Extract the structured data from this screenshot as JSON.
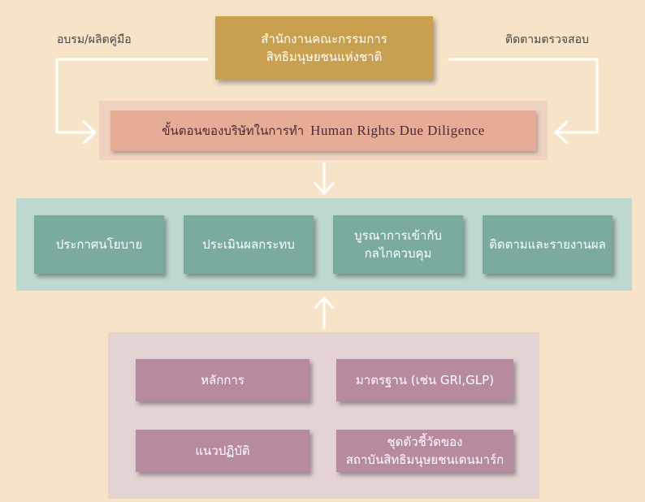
{
  "top_box": {
    "line1": "สำนักงานคณะกรรมการ",
    "line2": "สิทธิมนุษยชนแห่งชาติ",
    "color": "#c8a04f"
  },
  "left_label": "อบรม/ผลิตคู่มือ",
  "right_label": "ติดตามตรวจสอบ",
  "process_box": {
    "prefix": "ขั้นตอนของบริษัทในการทำ",
    "english": "Human Rights Due Diligence",
    "color": "#e7ac95"
  },
  "steps": [
    {
      "line1": "ประกาศนโยบาย",
      "line2": ""
    },
    {
      "line1": "ประเมินผลกระทบ",
      "line2": ""
    },
    {
      "line1": "บูรณาการเข้ากับ",
      "line2": "กลไกควบคุม"
    },
    {
      "line1": "ติดตามและรายงานผล",
      "line2": ""
    }
  ],
  "step_color": "#7aab9e",
  "bottom": [
    {
      "line1": "หลักการ",
      "line2": ""
    },
    {
      "line1": "มาตรฐาน (เช่น GRI,GLP)",
      "line2": ""
    },
    {
      "line1": "แนวปฏิบัติ",
      "line2": ""
    },
    {
      "line1": "ชุดตัวชี้วัดของ",
      "line2": "สถาบันสิทธิมนุษยชนเดนมาร์ก"
    }
  ],
  "bottom_color": "#b88aa0"
}
